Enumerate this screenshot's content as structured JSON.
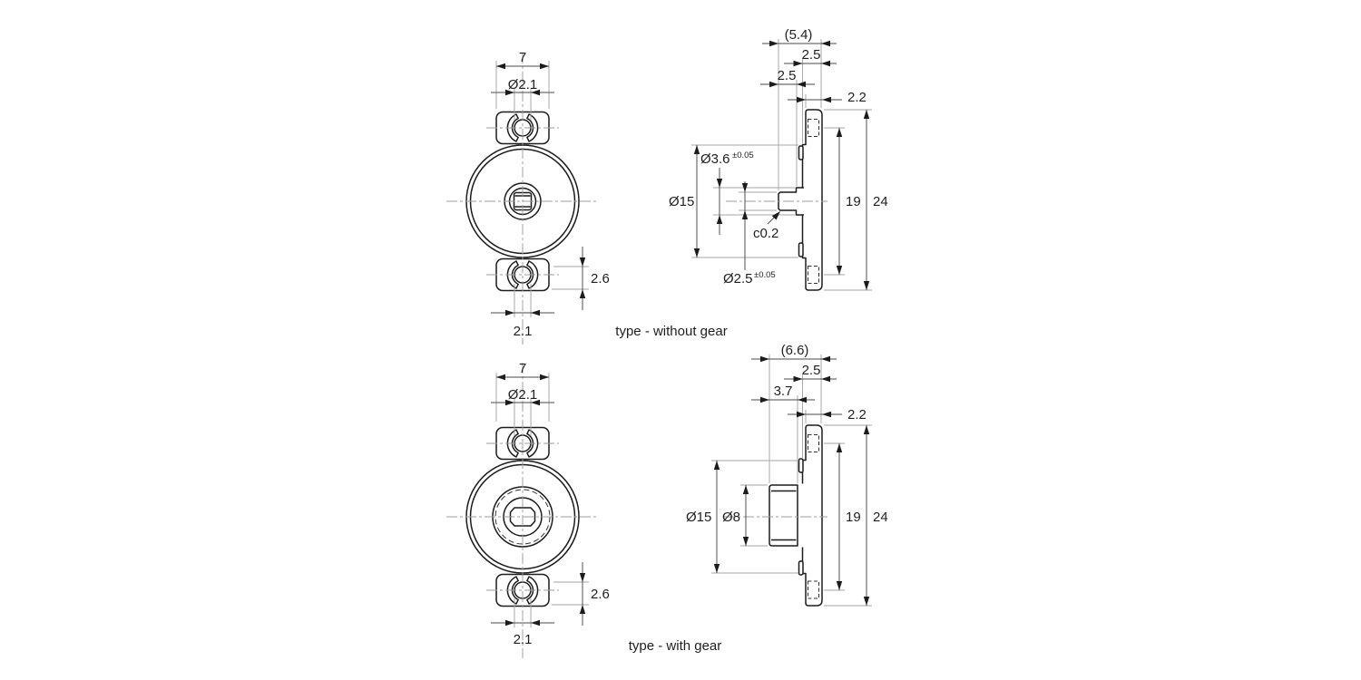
{
  "colors": {
    "object_line": "#1c1c1c",
    "dimension_line": "#4a4a4a",
    "extension_line": "#a6a6a6",
    "text": "#1f1f1f",
    "background": "#ffffff"
  },
  "captions": {
    "without_gear": "type - without gear",
    "with_gear": "type - with gear"
  },
  "front_without": {
    "flange_width": "7",
    "mount_hole_dia": "Ø2.1",
    "hole_edge_offset": "2.6",
    "slot_width": "2.1"
  },
  "side_without": {
    "overall_depth": "(5.4)",
    "body_depth": "2.5",
    "shaft_length": "2.5",
    "plate_thickness": "2.2",
    "shaft_base_dia": "Ø3.6",
    "shaft_base_tol": "±0.05",
    "body_dia": "Ø15",
    "tip_chamfer": "c0.2",
    "shaft_tip_dia": "Ø2.5",
    "shaft_tip_tol": "±0.05",
    "hole_pitch": "19",
    "overall_height": "24"
  },
  "front_with": {
    "flange_width": "7",
    "mount_hole_dia": "Ø2.1",
    "hole_edge_offset": "2.6",
    "slot_width": "2.1"
  },
  "side_with": {
    "overall_depth": "(6.6)",
    "body_depth": "2.5",
    "gear_width": "3.7",
    "plate_thickness": "2.2",
    "body_dia": "Ø15",
    "gear_dia": "Ø8",
    "hole_pitch": "19",
    "overall_height": "24"
  }
}
